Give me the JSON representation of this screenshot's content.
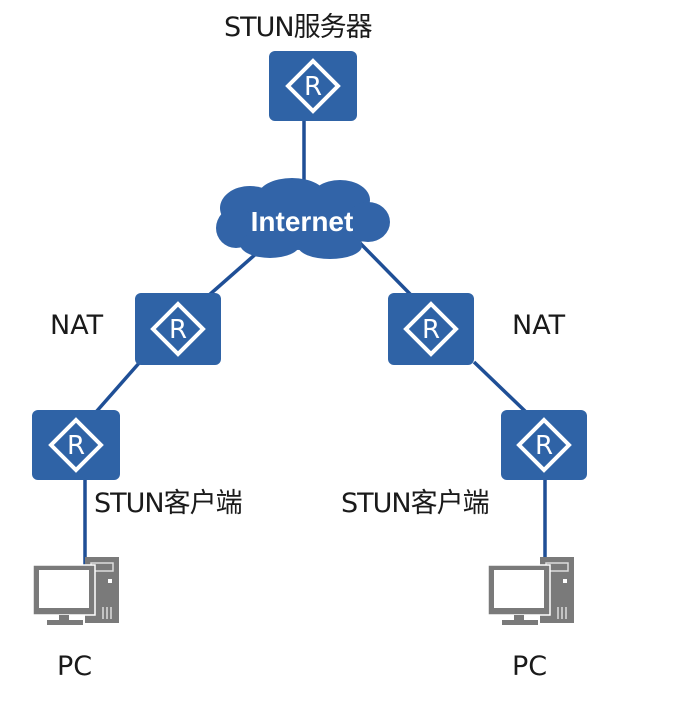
{
  "diagram": {
    "title": "STUN network topology",
    "colors": {
      "router_fill": "#2f63a6",
      "router_symbol": "#ffffff",
      "link": "#1f4f96",
      "cloud_fill": "#3264a8",
      "cloud_text": "#ffffff",
      "pc_body": "#7a7a7a",
      "pc_screen": "#ffffff",
      "label_text": "#1a1a1a"
    },
    "nodes": {
      "stun_server": {
        "label": "STUN服务器",
        "type": "router",
        "symbol": "R"
      },
      "internet": {
        "label": "Internet",
        "type": "cloud"
      },
      "nat_left": {
        "label": "NAT",
        "type": "router",
        "symbol": "R"
      },
      "nat_right": {
        "label": "NAT",
        "type": "router",
        "symbol": "R"
      },
      "client_left": {
        "label": "STUN客户端",
        "type": "router",
        "symbol": "R"
      },
      "client_right": {
        "label": "STUN客户端",
        "type": "router",
        "symbol": "R"
      },
      "pc_left": {
        "label": "PC",
        "type": "pc"
      },
      "pc_right": {
        "label": "PC",
        "type": "pc"
      }
    },
    "links": [
      [
        "stun_server",
        "internet"
      ],
      [
        "internet",
        "nat_left"
      ],
      [
        "internet",
        "nat_right"
      ],
      [
        "nat_left",
        "client_left"
      ],
      [
        "nat_right",
        "client_right"
      ],
      [
        "client_left",
        "pc_left"
      ],
      [
        "client_right",
        "pc_right"
      ]
    ]
  }
}
